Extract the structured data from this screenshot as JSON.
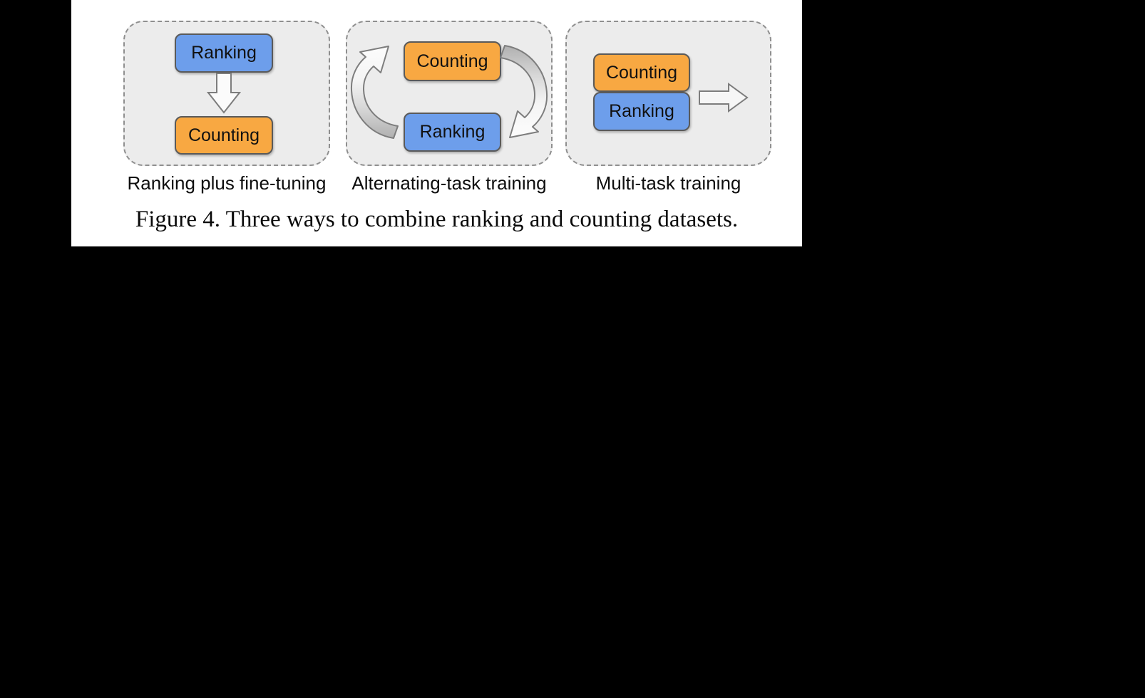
{
  "figure": {
    "caption": "Figure 4. Three ways to combine ranking and counting datasets.",
    "panels": [
      {
        "label": "Ranking plus fine-tuning",
        "top_box": "Ranking",
        "bottom_box": "Counting",
        "arrow": "down-arrow"
      },
      {
        "label": "Alternating-task training",
        "top_box": "Counting",
        "bottom_box": "Ranking",
        "arrow": "cycle-arrows"
      },
      {
        "label": "Multi-task training",
        "top_box": "Counting",
        "bottom_box": "Ranking",
        "arrow": "right-arrow"
      }
    ],
    "colors": {
      "ranking_box": "#6d9eeb",
      "counting_box": "#f8a842",
      "panel_background": "#ececec",
      "panel_border": "#8f8f8f",
      "box_border": "#5a5a5a",
      "arrow_outline": "#7d7d7d",
      "page_background": "#ffffff",
      "screen_background": "#000000"
    }
  }
}
